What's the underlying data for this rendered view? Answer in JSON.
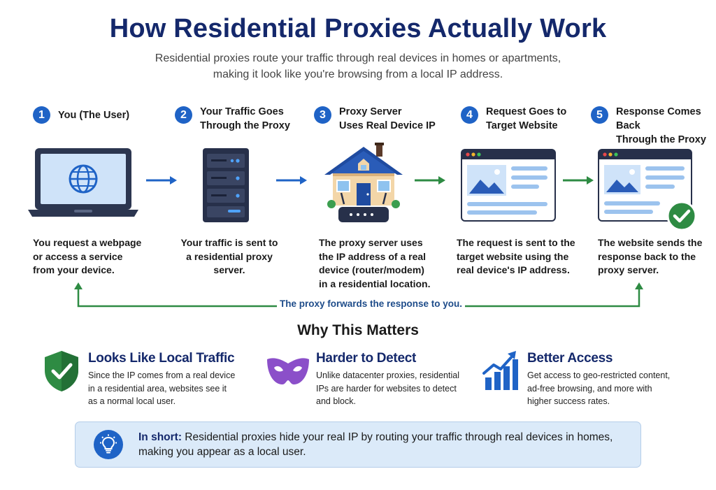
{
  "header": {
    "title": "How Residential Proxies Actually Work",
    "subtitle_line1": "Residential proxies route your traffic through real devices in homes or apartments,",
    "subtitle_line2": "making it look like you're browsing from a local IP address."
  },
  "steps": [
    {
      "number": "1",
      "label_line1": "You (The User)",
      "label_line2": "",
      "desc": [
        "You request a webpage",
        "or access a service",
        "from your device."
      ],
      "icon": "laptop-globe-icon"
    },
    {
      "number": "2",
      "label_line1": "Your Traffic Goes",
      "label_line2": "Through the Proxy",
      "desc": [
        "Your traffic is sent to",
        "a residential proxy",
        "server."
      ],
      "icon": "server-icon"
    },
    {
      "number": "3",
      "label_line1": "Proxy Server",
      "label_line2": "Uses Real Device IP",
      "desc": [
        "The proxy server uses",
        "the IP address of a real",
        "device (router/modem)",
        "in a residential location."
      ],
      "icon": "house-router-icon"
    },
    {
      "number": "4",
      "label_line1": "Request Goes to",
      "label_line2": "Target Website",
      "desc": [
        "The request is sent to the",
        "target website using the",
        "real device's IP address."
      ],
      "icon": "browser-window-icon"
    },
    {
      "number": "5",
      "label_line1": "Response Comes Back",
      "label_line2": "Through the Proxy",
      "desc": [
        "The website sends the",
        "response back to the",
        "proxy server."
      ],
      "icon": "browser-check-icon"
    }
  ],
  "return_flow": {
    "label": "The proxy forwards the response to you."
  },
  "why": {
    "title": "Why This Matters",
    "items": [
      {
        "heading": "Looks Like Local Traffic",
        "lines": [
          "Since the IP comes from a real device",
          "in a residential area, websites see it",
          "as a normal local user."
        ],
        "icon": "shield-check-icon"
      },
      {
        "heading": "Harder to Detect",
        "lines": [
          "Unlike datacenter proxies, residential",
          "IPs are harder for websites to detect",
          "and block."
        ],
        "icon": "mask-icon"
      },
      {
        "heading": "Better Access",
        "lines": [
          "Get access to geo-restricted content,",
          "ad-free browsing, and more with",
          "higher success rates."
        ],
        "icon": "growth-chart-icon"
      }
    ]
  },
  "summary": {
    "lead": "In short:",
    "line1": " Residential proxies hide your real IP by routing your traffic through real devices in homes,",
    "line2": "making you appear as a local user.",
    "icon": "lightbulb-icon"
  },
  "colors": {
    "navy": "#14286b",
    "blue": "#1f63c6",
    "green": "#2e8b43",
    "purple": "#8b4fc9"
  }
}
